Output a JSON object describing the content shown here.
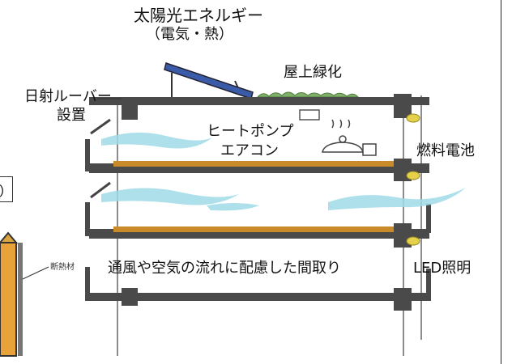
{
  "labels": {
    "solar": "太陽光エネルギー",
    "solar_sub": "（電気・熱）",
    "rooftop_greening": "屋上緑化",
    "louver_1": "日射ルーバー",
    "louver_2": "設置",
    "heat_pump_1": "ヒートポンプ",
    "heat_pump_2": "エアコン",
    "fuel_cell": "燃料電池",
    "ventilation": "通風や空気の流れに配慮した間取り",
    "led": "LED照明",
    "insulation": "断熱材",
    "left_box": "）"
  },
  "colors": {
    "slab": "#4a4a4a",
    "insulation_band": "#c98a2a",
    "air_flow": "#9fdbe8",
    "solar_panel": "#3a5ba8",
    "greenery": "#7fb069",
    "light": "#e6d24a"
  }
}
